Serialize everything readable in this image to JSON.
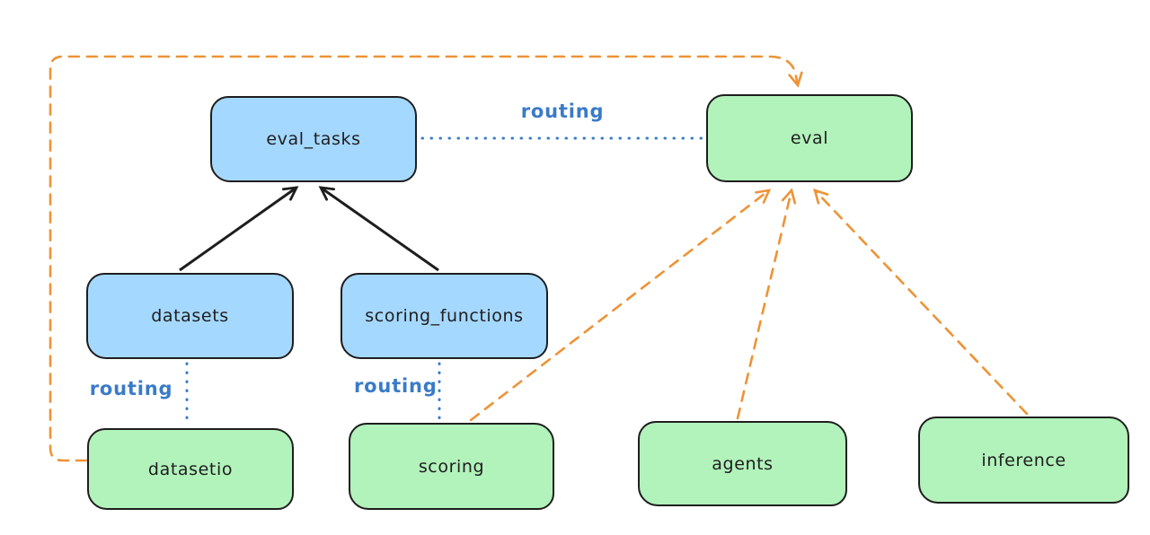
{
  "diagram": {
    "background": "#ffffff",
    "colors": {
      "node_border": "#1e1e1e",
      "blue_node_fill": "#a5d8ff",
      "green_node_fill": "#b2f2bb",
      "solid_arrow": "#1e1e1e",
      "dashed_arrow_orange": "#ee9336",
      "dotted_line_blue": "#3a7bc8",
      "routing_label_blue": "#3a7bc8"
    },
    "nodes": {
      "eval_tasks": {
        "label": "eval_tasks",
        "fill": "blue"
      },
      "eval": {
        "label": "eval",
        "fill": "green"
      },
      "datasets": {
        "label": "datasets",
        "fill": "blue"
      },
      "scoring_functions": {
        "label": "scoring_functions",
        "fill": "blue"
      },
      "datasetio": {
        "label": "datasetio",
        "fill": "green"
      },
      "scoring": {
        "label": "scoring",
        "fill": "green"
      },
      "agents": {
        "label": "agents",
        "fill": "green"
      },
      "inference": {
        "label": "inference",
        "fill": "green"
      }
    },
    "edges": [
      {
        "from": "datasets",
        "to": "eval_tasks",
        "style": "solid",
        "color": "black",
        "arrow": true
      },
      {
        "from": "scoring_functions",
        "to": "eval_tasks",
        "style": "solid",
        "color": "black",
        "arrow": true
      },
      {
        "from": "eval_tasks",
        "to": "eval",
        "style": "dotted",
        "color": "blue",
        "arrow": false,
        "label": "routing"
      },
      {
        "from": "datasets",
        "to": "datasetio",
        "style": "dotted",
        "color": "blue",
        "arrow": false,
        "label": "routing"
      },
      {
        "from": "scoring_functions",
        "to": "scoring",
        "style": "dotted",
        "color": "blue",
        "arrow": false,
        "label": "routing"
      },
      {
        "from": "datasetio",
        "to": "eval",
        "style": "dashed",
        "color": "orange",
        "arrow": true
      },
      {
        "from": "scoring",
        "to": "eval",
        "style": "dashed",
        "color": "orange",
        "arrow": true
      },
      {
        "from": "agents",
        "to": "eval",
        "style": "dashed",
        "color": "orange",
        "arrow": true
      },
      {
        "from": "inference",
        "to": "eval",
        "style": "dashed",
        "color": "orange",
        "arrow": true
      }
    ]
  }
}
